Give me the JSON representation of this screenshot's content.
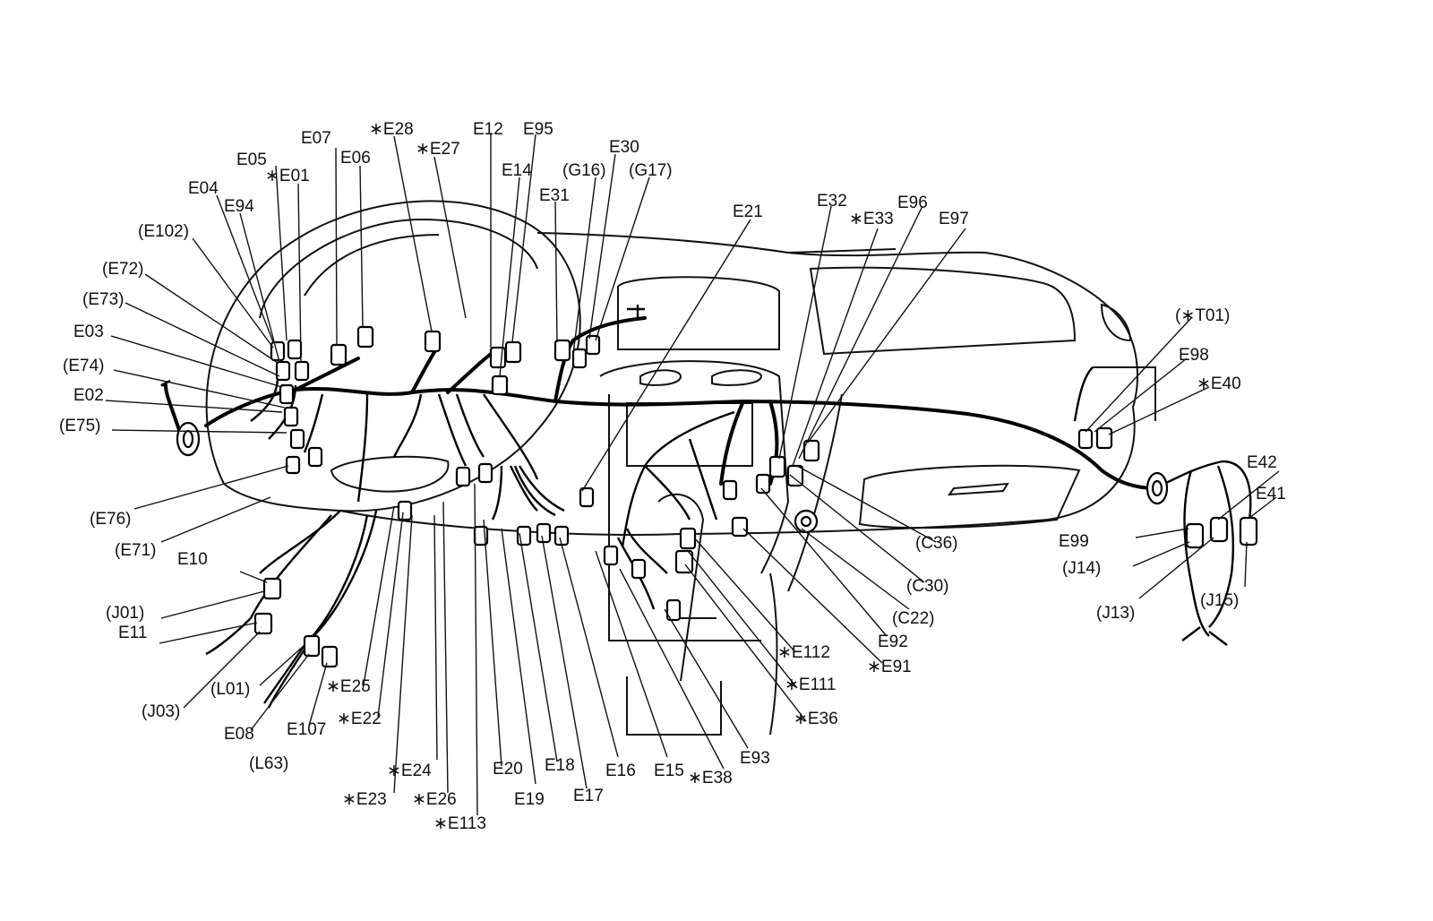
{
  "diagram": {
    "labels": {
      "E07": "E07",
      "E28": "∗E28",
      "E27": "∗E27",
      "E12": "E12",
      "E95": "E95",
      "E30": "E30",
      "G16": "(G16)",
      "G17": "(G17)",
      "E14": "E14",
      "E31": "E31",
      "E05": "E05",
      "E01": "∗E01",
      "E06": "E06",
      "E04": "E04",
      "E94": "E94",
      "E102": "(E102)",
      "E72": "(E72)",
      "E73": "(E73)",
      "E03": "E03",
      "E74": "(E74)",
      "E02": "E02",
      "E75": "(E75)",
      "E76": "(E76)",
      "E71": "(E71)",
      "E10": "E10",
      "J01": "(J01)",
      "E11": "E11",
      "J03": "(J03)",
      "L01": "(L01)",
      "E08": "E08",
      "E107": "E107",
      "L63": "(L63)",
      "E25": "∗E25",
      "E22": "∗E22",
      "E24": "∗E24",
      "E23": "∗E23",
      "E26": "∗E26",
      "E113": "∗E113",
      "E20": "E20",
      "E19": "E19",
      "E18": "E18",
      "E17": "E17",
      "E16": "E16",
      "E15": "E15",
      "E38": "∗E38",
      "E93": "E93",
      "E36": "∗E36",
      "E111": "∗E111",
      "E112": "∗E112",
      "E91": "∗E91",
      "E92": "E92",
      "C22": "(C22)",
      "C30": "(C30)",
      "C36": "(C36)",
      "E21": "E21",
      "E32": "E32",
      "E33": "∗E33",
      "E96": "E96",
      "E97": "E97",
      "T01": "(∗T01)",
      "E98": "E98",
      "E40": "∗E40",
      "E42": "E42",
      "E41": "E41",
      "E99": "E99",
      "J14": "(J14)",
      "J13": "(J13)",
      "J15": "(J15)"
    }
  }
}
